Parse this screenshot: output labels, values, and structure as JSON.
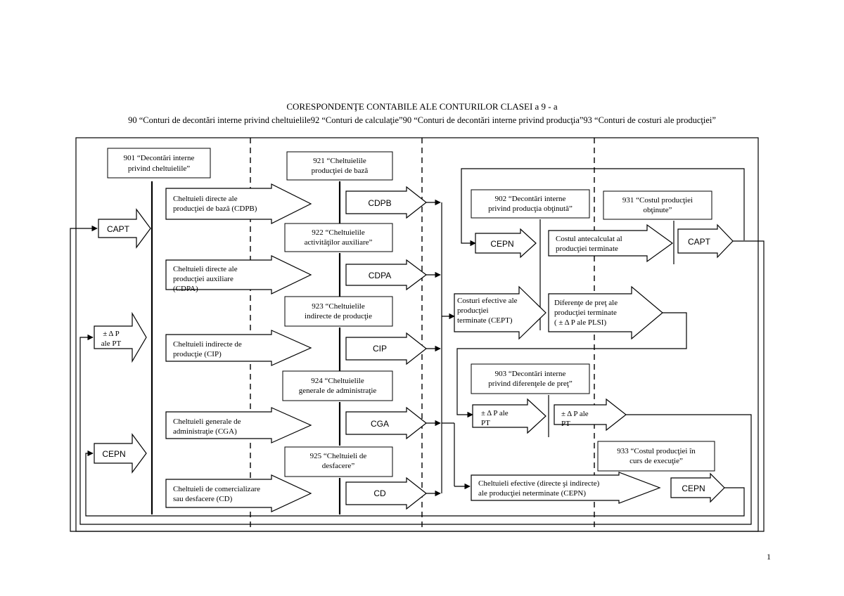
{
  "title": "CORESPONDENŢE CONTABILE ALE CONTURILOR CLASEI a 9 - a",
  "subtitle": "90 “Conturi de decontări interne privind cheltuielile92 “Conturi de calculaţie”90 “Conturi de decontări interne privind producţia”93 “Conturi de costuri ale producţiei”",
  "page_number": "1",
  "accounts": {
    "a901": [
      "901 “Decontări interne",
      "privind cheltuielile”"
    ],
    "a921": [
      "921 “Cheltuielile",
      "producţiei de bază"
    ],
    "a922": [
      "922 “Cheltuielile",
      "activităţilor auxiliare”"
    ],
    "a923": [
      "923 “Cheltuielile",
      "indirecte de producţie"
    ],
    "a924": [
      "924 “Cheltuielile",
      "generale de administraţie"
    ],
    "a925": [
      "925 “Cheltuieli de",
      "desfacere”"
    ],
    "a902": [
      "902 “Decontări interne",
      "privind producţia obţinută”"
    ],
    "a931": [
      "931 “Costul producţiei",
      "obţinute”"
    ],
    "a903": [
      "903 “Decontări interne",
      "privind diferenţele de preţ”"
    ],
    "a933": [
      "933 “Costul producţiei în",
      "curs de execuţie”"
    ]
  },
  "left_arrows": {
    "capt": "CAPT",
    "dp": [
      "± Δ P",
      "ale PT"
    ],
    "cepn": "CEPN"
  },
  "expense_arrows": {
    "cdpb": [
      "Cheltuieli directe ale",
      "producţiei de bază (CDPB)"
    ],
    "cdpa": [
      "Cheltuieli directe ale",
      "producţiei auxiliare",
      "(CDPA)"
    ],
    "cip": [
      "Cheltuieli indirecte de",
      "producţie (CIP)"
    ],
    "cga": [
      "Cheltuieli generale de",
      "administraţie (CGA)"
    ],
    "cd": [
      "Cheltuieli de comercializare",
      "sau desfacere (CD)"
    ]
  },
  "small_arrows": {
    "cdpb": "CDPB",
    "cdpa": "CDPA",
    "cip": "CIP",
    "cga": "CGA",
    "cd": "CD"
  },
  "right_arrows": {
    "cepn_902": "CEPN",
    "costul_antecalculat": [
      "Costul antecalculat al",
      "producţiei terminate"
    ],
    "capt_931": "CAPT",
    "cept": [
      "Costuri efective ale",
      "producţiei",
      "terminate (CEPT)"
    ],
    "diferente": [
      "Diferenţe de preţ ale",
      "producţiei terminate",
      "( ± Δ P ale PLSI)"
    ],
    "dp_903_left": [
      "± Δ P ale",
      "PT"
    ],
    "dp_903_right": [
      "± Δ P ale",
      "PT"
    ],
    "cepn_long": [
      "Cheltuieli efective (directe şi indirecte)",
      "ale producţiei neterminate (CEPN)"
    ],
    "cepn_933": "CEPN"
  }
}
